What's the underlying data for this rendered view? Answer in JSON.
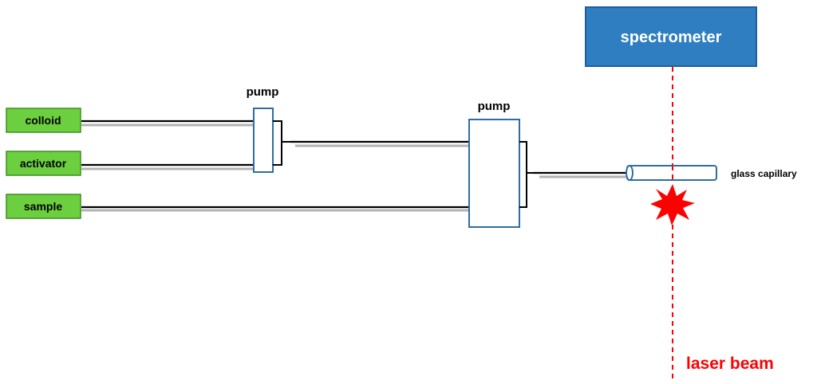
{
  "sources": {
    "colloid": "colloid",
    "activator": "activator",
    "sample": "sample"
  },
  "pumps": {
    "pump1": "pump",
    "pump2": "pump"
  },
  "spectrometer": {
    "label": "spectrometer"
  },
  "capillary": {
    "label": "glass capillary"
  },
  "laser": {
    "label": "laser beam"
  },
  "colors": {
    "source_fill": "#6ccf3f",
    "pump_outline": "#2e6da4",
    "spectrometer_fill": "#2e7ec1",
    "laser": "#ff0000"
  }
}
